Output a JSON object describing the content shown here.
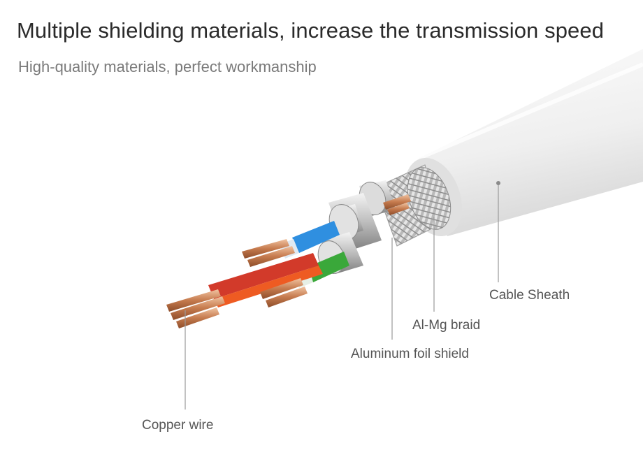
{
  "header": {
    "title": "Multiple shielding materials, increase the transmission speed",
    "subtitle": "High-quality materials, perfect workmanship"
  },
  "labels": {
    "cable_sheath": "Cable Sheath",
    "braid": "Al-Mg braid",
    "foil": "Aluminum foil shield",
    "copper": "Copper wire"
  },
  "colors": {
    "sheath": "#f1f1f1",
    "foil": "#c9c9c9",
    "braid": "#a8a8a8",
    "copper": "#c9825a",
    "wire_blue": "#2f8fe0",
    "wire_green": "#3aa83a",
    "wire_red": "#d23a2a",
    "wire_orange": "#ee5b22",
    "leader": "#9a9a9a"
  }
}
